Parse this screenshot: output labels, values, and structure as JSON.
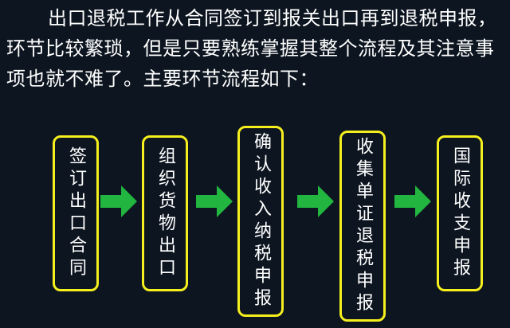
{
  "intro": {
    "paragraph": "出口退税工作从合同签订到报关出口再到退税申报，环节比较繁琐，但是只要熟练掌握其整个流程及其注意事项也就不难了。主要环节流程如下："
  },
  "flow": {
    "steps": [
      {
        "label": "签订出口合同"
      },
      {
        "label": "组织货物出口"
      },
      {
        "label": "确认收入纳税申报"
      },
      {
        "label": "收集单证退税申报"
      },
      {
        "label": "国际收支申报"
      }
    ]
  },
  "colors": {
    "background": "#0d1520",
    "box_border": "#f5ef1e",
    "arrow": "#22b53f",
    "text": "#ffffff"
  },
  "icons": {
    "connector": "right-arrow-icon"
  }
}
